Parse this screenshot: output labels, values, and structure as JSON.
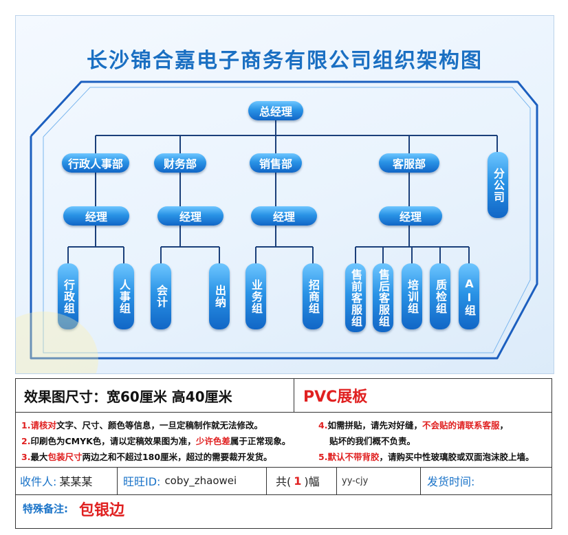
{
  "title": "长沙锦合嘉电子商务有限公司组织架构图",
  "org": {
    "root": "总经理",
    "departments": [
      "行政人事部",
      "财务部",
      "销售部",
      "客服部"
    ],
    "branch": "分公司",
    "manager_label": "经理",
    "groups": {
      "admin": [
        "行政组",
        "人事组"
      ],
      "finance": [
        "会计",
        "出纳"
      ],
      "sales": [
        "业务组",
        "招商组"
      ],
      "service": [
        "售前客服组",
        "售后客服组",
        "培训组",
        "质检组",
        "AI组"
      ]
    }
  },
  "info": {
    "size_label": "效果图尺寸：",
    "size_value": "宽60厘米  高40厘米",
    "material": "PVC展板",
    "notes": {
      "n1_num": "1.",
      "n1_red": "请核对",
      "n1_rest": "文字、尺寸、颜色等信息，一旦定稿制作就无法修改。",
      "n2_num": "2.",
      "n2_a": "印刷色为CMYK色，请以定稿效果图为准，",
      "n2_red": "少许色差",
      "n2_b": "属于正常现象。",
      "n3_num": "3.",
      "n3_a": "最大",
      "n3_red": "包装尺寸",
      "n3_b": "两边之和不超过180厘米，超过的需要裁开发货。",
      "n4_num": "4.",
      "n4_a": "如需拼贴，请先对好缝，",
      "n4_red": "不会贴的请联系客服",
      "n4_b": "，",
      "n4_line2": "贴坏的我们概不负责。",
      "n5_num": "5.",
      "n5_red": "默认不带背胶",
      "n5_b": "，请购买中性玻璃胶或双面泡沫胶上墙。"
    },
    "recipient_label": "收件人:",
    "recipient_value": "某某某",
    "wangwang_label": "旺旺ID:",
    "wangwang_value": "coby_zhaowei",
    "count_prefix": "共(",
    "count_value": "1",
    "count_suffix": ")幅",
    "code": "yy-cjy",
    "ship_label": "发货时间:",
    "remark_label": "特殊备注:",
    "remark_value": "包银边"
  }
}
